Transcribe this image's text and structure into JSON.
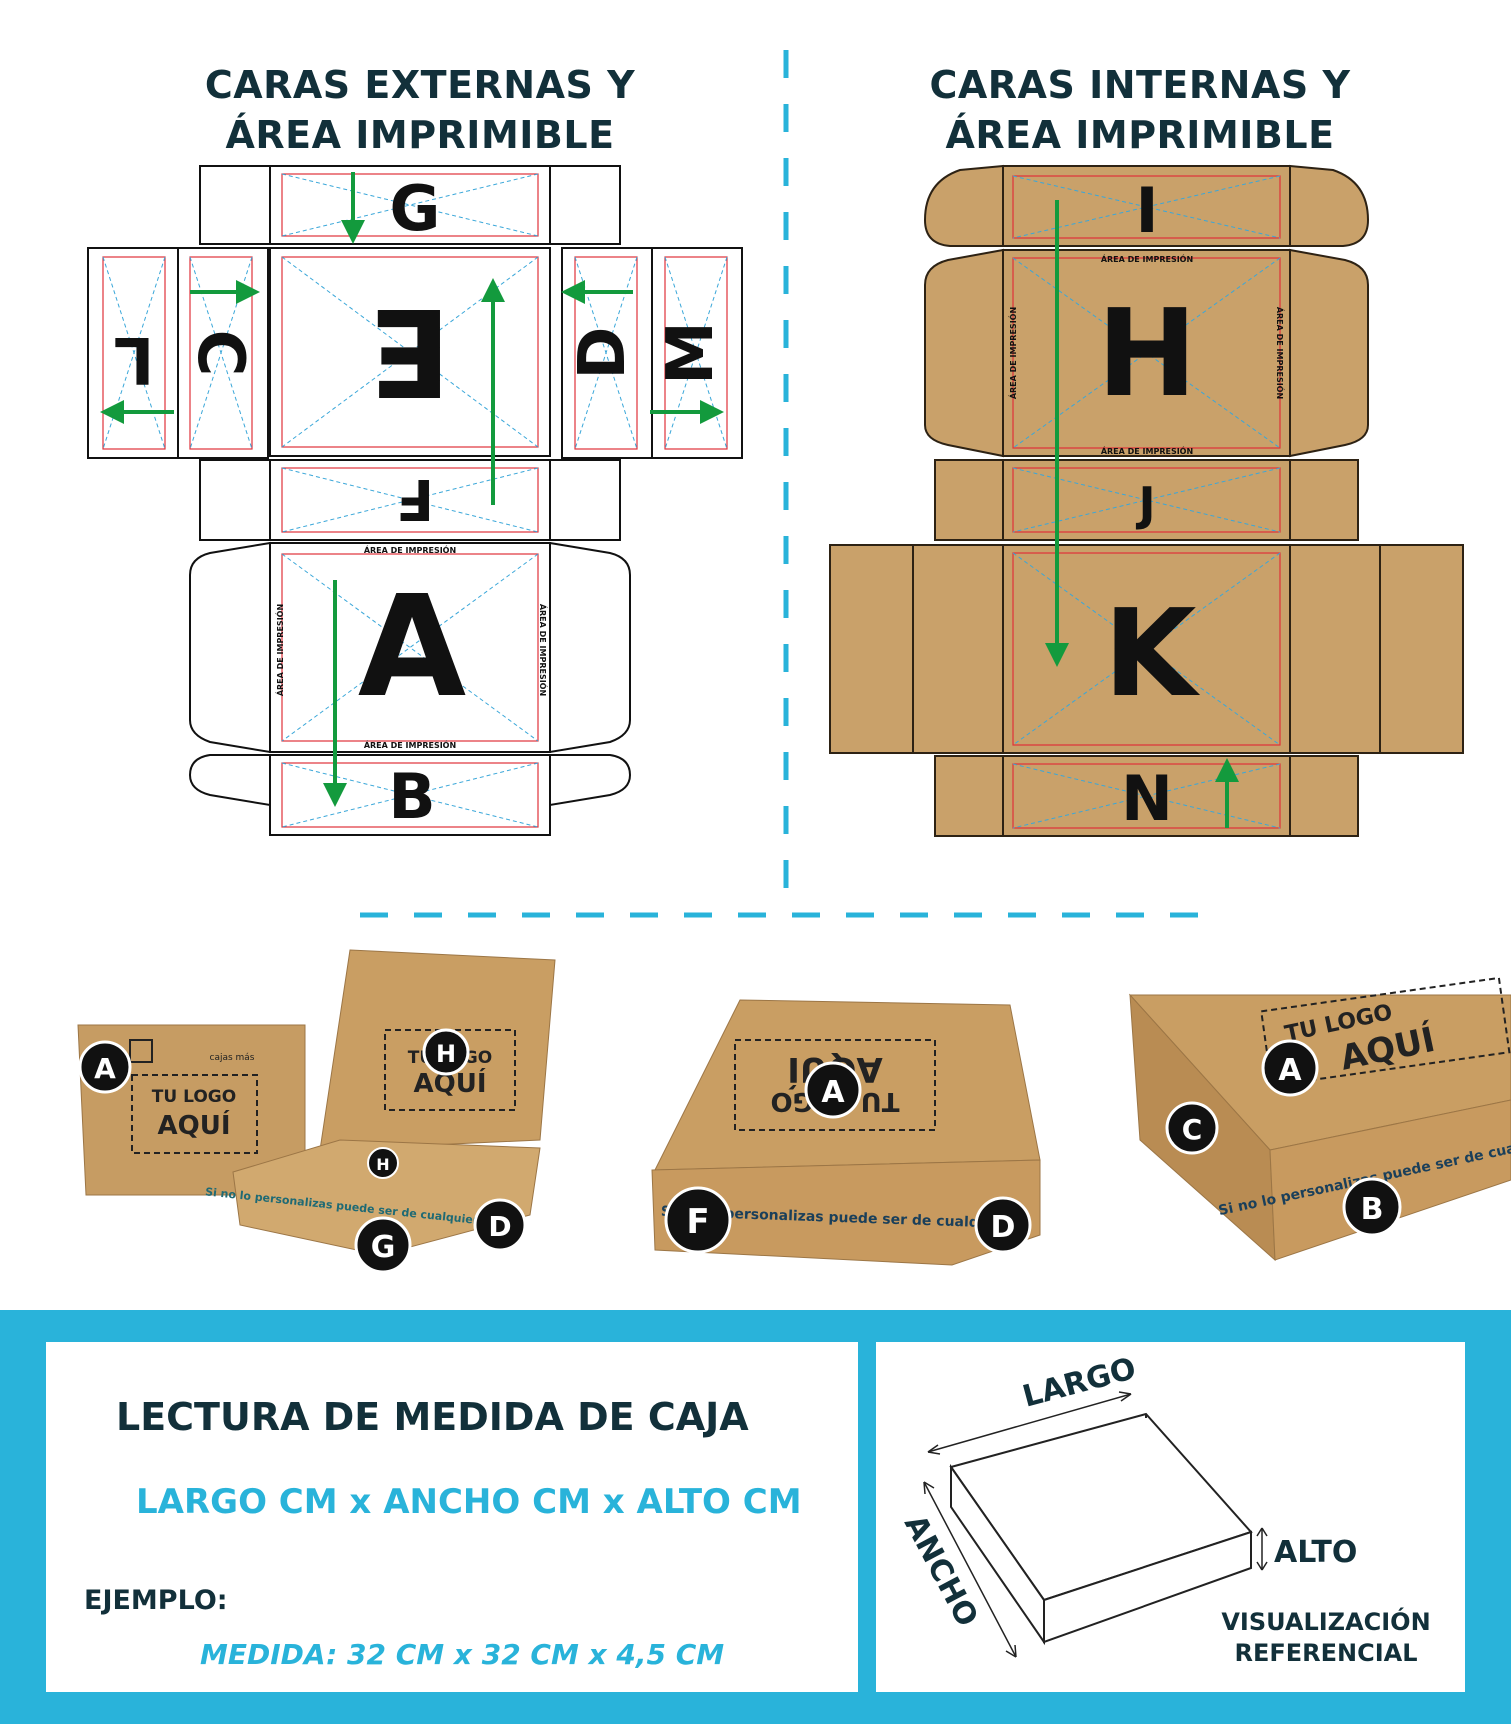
{
  "left_title": [
    "CARAS EXTERNAS Y",
    "ÁREA IMPRIMIBLE"
  ],
  "right_title": [
    "CARAS INTERNAS Y",
    "ÁREA IMPRIMIBLE"
  ],
  "external_faces": {
    "G": "G",
    "E": "E",
    "C": "C",
    "D": "D",
    "L": "L",
    "M": "M",
    "F": "F",
    "A": "A",
    "B": "B"
  },
  "internal_faces": {
    "I": "I",
    "H": "H",
    "J": "J",
    "K": "K",
    "N": "N"
  },
  "print_area_label": "ÁREA DE IMPRESIÓN",
  "photos": {
    "logo_line1": "TU LOGO",
    "logo_line2": "AQUÍ",
    "brand": "cajas más",
    "side_text": "Si no lo personalizas puede ser de cualquiera",
    "photo1_badges": [
      "A",
      "H",
      "H",
      "G",
      "D"
    ],
    "photo2_badges": [
      "A",
      "F",
      "D"
    ],
    "photo3_badges": [
      "A",
      "C",
      "B"
    ]
  },
  "measure": {
    "title": "LECTURA DE MEDIDA DE CAJA",
    "formula": "LARGO CM x ANCHO CM x ALTO CM",
    "example_label": "EJEMPLO:",
    "example_value": "MEDIDA: 32 CM x 32 CM x 4,5 CM"
  },
  "reference": {
    "largo": "LARGO",
    "ancho": "ANCHO",
    "alto": "ALTO",
    "caption": [
      "VISUALIZACIÓN",
      "REFERENCIAL"
    ]
  },
  "colors": {
    "dark": "#12303a",
    "accent": "#29b3da",
    "kraft": "#c9a16a",
    "arrow": "#139a3d",
    "print_line": "#e0313a",
    "guide": "#3aa7d9"
  }
}
